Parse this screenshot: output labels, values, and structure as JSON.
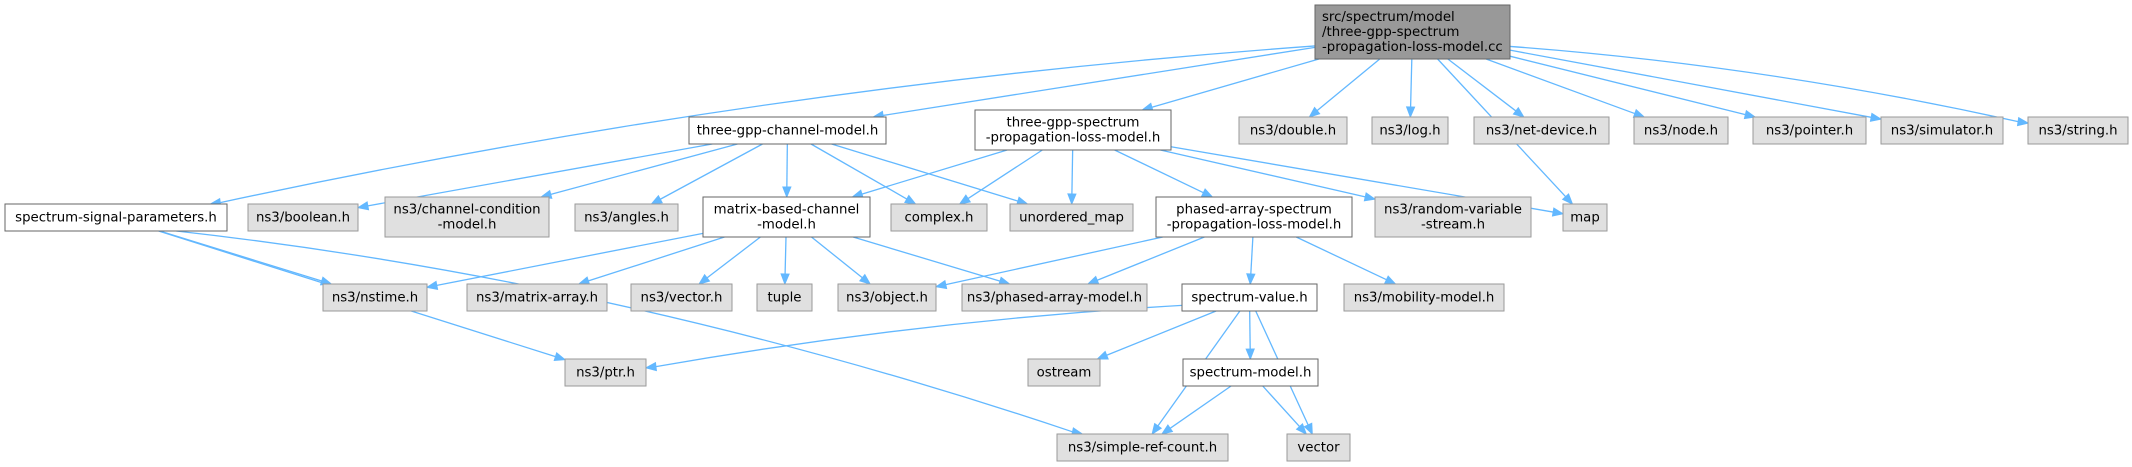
{
  "colors": {
    "edge": "#63b8ff",
    "root_fill": "#999999",
    "node_fill": "#ffffff",
    "system_fill": "#e0e0e0"
  },
  "nodes": [
    {
      "id": "root",
      "kind": "root",
      "lines": [
        "src/spectrum/model",
        "/three-gpp-spectrum",
        "-propagation-loss-model.cc"
      ]
    },
    {
      "id": "three-gpp-channel-model",
      "kind": "local",
      "lines": [
        "three-gpp-channel-model.h"
      ]
    },
    {
      "id": "three-gpp-spectrum-plm",
      "kind": "local",
      "lines": [
        "three-gpp-spectrum",
        "-propagation-loss-model.h"
      ]
    },
    {
      "id": "double",
      "kind": "sys",
      "lines": [
        "ns3/double.h"
      ]
    },
    {
      "id": "log",
      "kind": "sys",
      "lines": [
        "ns3/log.h"
      ]
    },
    {
      "id": "net-device",
      "kind": "sys",
      "lines": [
        "ns3/net-device.h"
      ]
    },
    {
      "id": "node",
      "kind": "sys",
      "lines": [
        "ns3/node.h"
      ]
    },
    {
      "id": "pointer",
      "kind": "sys",
      "lines": [
        "ns3/pointer.h"
      ]
    },
    {
      "id": "simulator",
      "kind": "sys",
      "lines": [
        "ns3/simulator.h"
      ]
    },
    {
      "id": "string",
      "kind": "sys",
      "lines": [
        "ns3/string.h"
      ]
    },
    {
      "id": "spectrum-signal-parameters",
      "kind": "local",
      "lines": [
        "spectrum-signal-parameters.h"
      ]
    },
    {
      "id": "boolean",
      "kind": "sys",
      "lines": [
        "ns3/boolean.h"
      ]
    },
    {
      "id": "channel-condition",
      "kind": "sys",
      "lines": [
        "ns3/channel-condition",
        "-model.h"
      ]
    },
    {
      "id": "angles",
      "kind": "sys",
      "lines": [
        "ns3/angles.h"
      ]
    },
    {
      "id": "matrix-based-channel",
      "kind": "local",
      "lines": [
        "matrix-based-channel",
        "-model.h"
      ]
    },
    {
      "id": "complex",
      "kind": "sys",
      "lines": [
        "complex.h"
      ]
    },
    {
      "id": "unordered_map",
      "kind": "sys",
      "lines": [
        "unordered_map"
      ]
    },
    {
      "id": "phased-array-spectrum",
      "kind": "local",
      "lines": [
        "phased-array-spectrum",
        "-propagation-loss-model.h"
      ]
    },
    {
      "id": "random-variable",
      "kind": "sys",
      "lines": [
        "ns3/random-variable",
        "-stream.h"
      ]
    },
    {
      "id": "map",
      "kind": "sys",
      "lines": [
        "map"
      ]
    },
    {
      "id": "nstime",
      "kind": "sys",
      "lines": [
        "ns3/nstime.h"
      ]
    },
    {
      "id": "matrix-array",
      "kind": "sys",
      "lines": [
        "ns3/matrix-array.h"
      ]
    },
    {
      "id": "vector-h",
      "kind": "sys",
      "lines": [
        "ns3/vector.h"
      ]
    },
    {
      "id": "tuple",
      "kind": "sys",
      "lines": [
        "tuple"
      ]
    },
    {
      "id": "object",
      "kind": "sys",
      "lines": [
        "ns3/object.h"
      ]
    },
    {
      "id": "phased-array-model",
      "kind": "sys",
      "lines": [
        "ns3/phased-array-model.h"
      ]
    },
    {
      "id": "spectrum-value",
      "kind": "local",
      "lines": [
        "spectrum-value.h"
      ]
    },
    {
      "id": "mobility-model",
      "kind": "sys",
      "lines": [
        "ns3/mobility-model.h"
      ]
    },
    {
      "id": "ptr",
      "kind": "sys",
      "lines": [
        "ns3/ptr.h"
      ]
    },
    {
      "id": "ostream",
      "kind": "sys",
      "lines": [
        "ostream"
      ]
    },
    {
      "id": "spectrum-model",
      "kind": "local",
      "lines": [
        "spectrum-model.h"
      ]
    },
    {
      "id": "simple-ref-count",
      "kind": "sys",
      "lines": [
        "ns3/simple-ref-count.h"
      ]
    },
    {
      "id": "vector",
      "kind": "sys",
      "lines": [
        "vector"
      ]
    }
  ],
  "edges": [
    [
      "root",
      "three-gpp-channel-model"
    ],
    [
      "root",
      "three-gpp-spectrum-plm"
    ],
    [
      "root",
      "map"
    ],
    [
      "root",
      "double"
    ],
    [
      "root",
      "log"
    ],
    [
      "root",
      "net-device"
    ],
    [
      "root",
      "node"
    ],
    [
      "root",
      "pointer"
    ],
    [
      "root",
      "simulator"
    ],
    [
      "root",
      "string"
    ],
    [
      "root",
      "spectrum-signal-parameters"
    ],
    [
      "three-gpp-channel-model",
      "boolean"
    ],
    [
      "three-gpp-channel-model",
      "channel-condition"
    ],
    [
      "three-gpp-channel-model",
      "angles"
    ],
    [
      "three-gpp-channel-model",
      "matrix-based-channel"
    ],
    [
      "three-gpp-channel-model",
      "complex"
    ],
    [
      "three-gpp-channel-model",
      "unordered_map"
    ],
    [
      "three-gpp-spectrum-plm",
      "matrix-based-channel"
    ],
    [
      "three-gpp-spectrum-plm",
      "complex"
    ],
    [
      "three-gpp-spectrum-plm",
      "unordered_map"
    ],
    [
      "three-gpp-spectrum-plm",
      "phased-array-spectrum"
    ],
    [
      "three-gpp-spectrum-plm",
      "random-variable"
    ],
    [
      "three-gpp-spectrum-plm",
      "map"
    ],
    [
      "spectrum-signal-parameters",
      "nstime"
    ],
    [
      "spectrum-signal-parameters",
      "ptr"
    ],
    [
      "spectrum-signal-parameters",
      "simple-ref-count"
    ],
    [
      "matrix-based-channel",
      "nstime"
    ],
    [
      "matrix-based-channel",
      "matrix-array"
    ],
    [
      "matrix-based-channel",
      "vector-h"
    ],
    [
      "matrix-based-channel",
      "tuple"
    ],
    [
      "matrix-based-channel",
      "object"
    ],
    [
      "matrix-based-channel",
      "phased-array-model"
    ],
    [
      "phased-array-spectrum",
      "object"
    ],
    [
      "phased-array-spectrum",
      "phased-array-model"
    ],
    [
      "phased-array-spectrum",
      "spectrum-value"
    ],
    [
      "phased-array-spectrum",
      "mobility-model"
    ],
    [
      "spectrum-value",
      "ptr"
    ],
    [
      "spectrum-value",
      "ostream"
    ],
    [
      "spectrum-value",
      "spectrum-model"
    ],
    [
      "spectrum-value",
      "simple-ref-count"
    ],
    [
      "spectrum-value",
      "vector"
    ],
    [
      "spectrum-model",
      "simple-ref-count"
    ],
    [
      "spectrum-model",
      "vector"
    ]
  ]
}
